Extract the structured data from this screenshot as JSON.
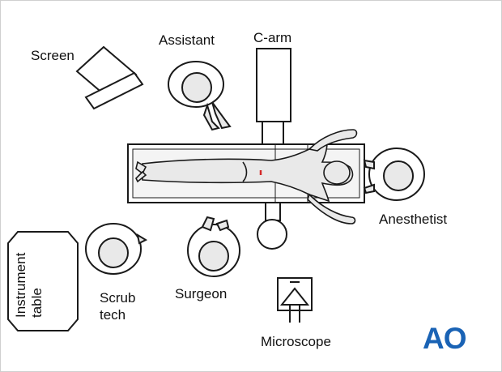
{
  "labels": {
    "screen": "Screen",
    "assistant": "Assistant",
    "c_arm": "C-arm",
    "anesthetist": "Anesthetist",
    "scrub_tech_1": "Scrub",
    "scrub_tech_2": "tech",
    "surgeon": "Surgeon",
    "microscope": "Microscope",
    "instrument_table_1": "Instrument",
    "instrument_table_2": "table"
  },
  "logo": {
    "text": "AO",
    "color": "#1a63b5"
  },
  "colors": {
    "stroke": "#1a1a1a",
    "fill_light": "#e9e9e9",
    "fill_white": "#ffffff",
    "incision": "#d42a2a"
  }
}
